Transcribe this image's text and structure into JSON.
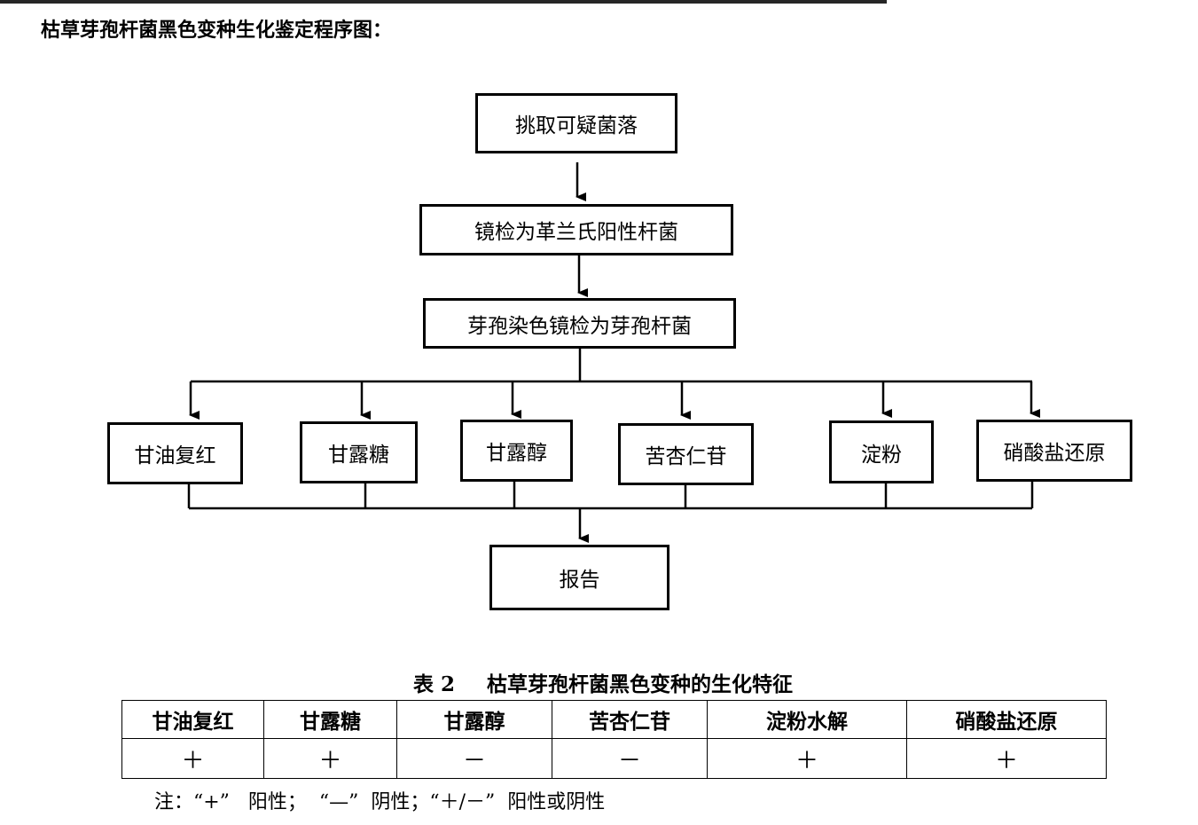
{
  "heading": "枯草芽孢杆菌黑色变种生化鉴定程序图：",
  "flow": {
    "step1": "挑取可疑菌落",
    "step2": "镜检为革兰氏阳性杆菌",
    "step3": "芽孢染色镜检为芽孢杆菌",
    "tests": [
      "甘油复红",
      "甘露糖",
      "甘露醇",
      "苦杏仁苷",
      "淀粉",
      "硝酸盐还原"
    ],
    "report": "报告"
  },
  "table": {
    "number": "表 2",
    "title": "枯草芽孢杆菌黑色变种的生化特征",
    "headers": [
      "甘油复红",
      "甘露糖",
      "甘露醇",
      "苦杏仁苷",
      "淀粉水解",
      "硝酸盐还原"
    ],
    "results": [
      "＋",
      "＋",
      "－",
      "－",
      "＋",
      "＋"
    ]
  },
  "note": "注：“+”   阳性；  “—”  阴性；“＋/－”  阳性或阴性"
}
